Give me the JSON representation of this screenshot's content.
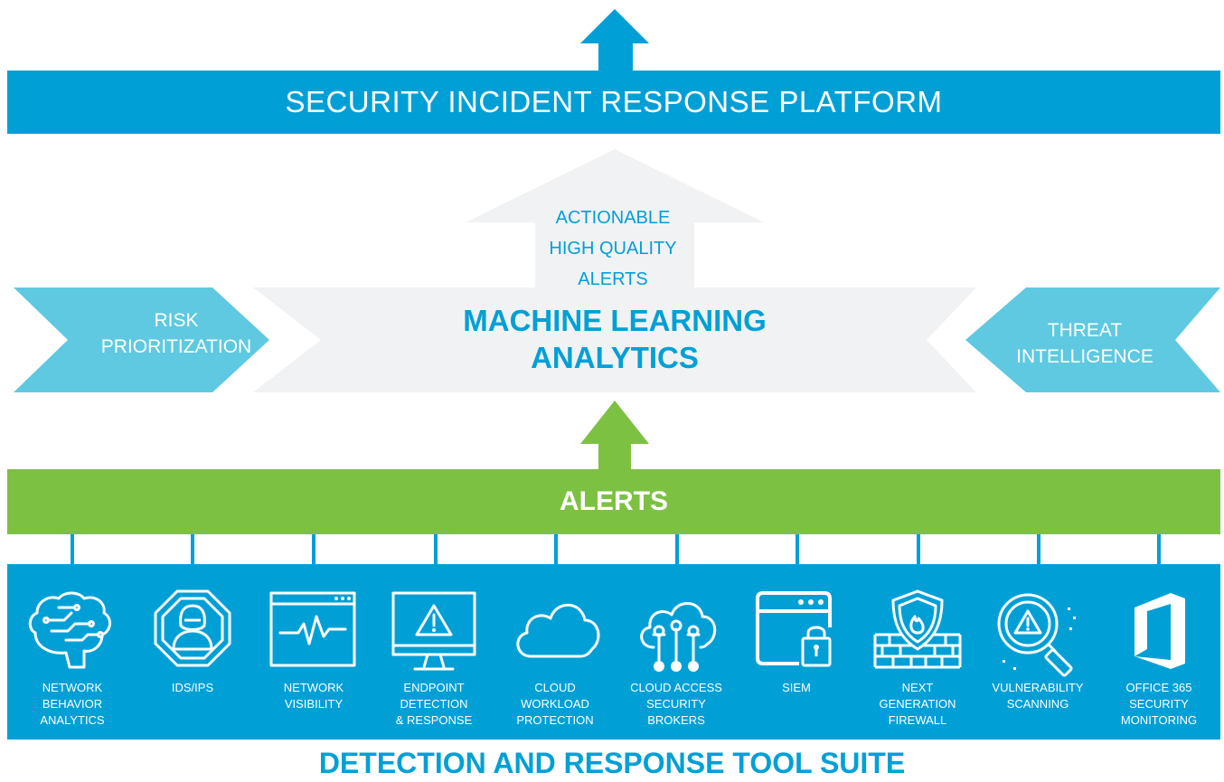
{
  "platform": {
    "title": "SECURITY INCIDENT RESPONSE PLATFORM"
  },
  "analytics": {
    "output_lines": [
      "ACTIONABLE",
      "HIGH QUALITY",
      "ALERTS"
    ],
    "title_lines": [
      "MACHINE LEARNING",
      "ANALYTICS"
    ]
  },
  "inputs": {
    "left_lines": [
      "RISK",
      "PRIORITIZATION"
    ],
    "right_lines": [
      "THREAT",
      "INTELLIGENCE"
    ]
  },
  "alerts": {
    "title": "ALERTS"
  },
  "tools": [
    {
      "label": "NETWORK BEHAVIOR ANALYTICS",
      "lines": [
        "NETWORK",
        "BEHAVIOR",
        "ANALYTICS"
      ],
      "icon": "brain-circuit-icon"
    },
    {
      "label": "IDS/IPS",
      "lines": [
        "IDS/IPS"
      ],
      "icon": "hacker-octagon-icon"
    },
    {
      "label": "NETWORK VISIBILITY",
      "lines": [
        "NETWORK",
        "VISIBILITY"
      ],
      "icon": "pulse-window-icon"
    },
    {
      "label": "ENDPOINT DETECTION & RESPONSE",
      "lines": [
        "ENDPOINT",
        "DETECTION",
        "& RESPONSE"
      ],
      "icon": "monitor-warning-icon"
    },
    {
      "label": "CLOUD WORKLOAD PROTECTION",
      "lines": [
        "CLOUD",
        "WORKLOAD",
        "PROTECTION"
      ],
      "icon": "cloud-icon"
    },
    {
      "label": "CLOUD ACCESS SECURITY BROKERS",
      "lines": [
        "CLOUD ACCESS",
        "SECURITY",
        "BROKERS"
      ],
      "icon": "cloud-network-icon"
    },
    {
      "label": "SIEM",
      "lines": [
        "SIEM"
      ],
      "icon": "window-lock-icon"
    },
    {
      "label": "NEXT GENERATION FIREWALL",
      "lines": [
        "NEXT",
        "GENERATION",
        "FIREWALL"
      ],
      "icon": "firewall-shield-icon"
    },
    {
      "label": "VULNERABILITY SCANNING",
      "lines": [
        "VULNERABILITY",
        "SCANNING"
      ],
      "icon": "magnifier-warning-icon"
    },
    {
      "label": "OFFICE 365 SECURITY MONITORING",
      "lines": [
        "OFFICE 365",
        "SECURITY",
        "MONITORING"
      ],
      "icon": "office-logo-icon"
    }
  ],
  "suite": {
    "title": "DETECTION AND RESPONSE TOOL SUITE"
  },
  "colors": {
    "blue": "#00a0d6",
    "light_blue": "#5ec9e0",
    "green": "#7dc143",
    "light_gray": "#f1f2f4",
    "white": "#ffffff"
  }
}
